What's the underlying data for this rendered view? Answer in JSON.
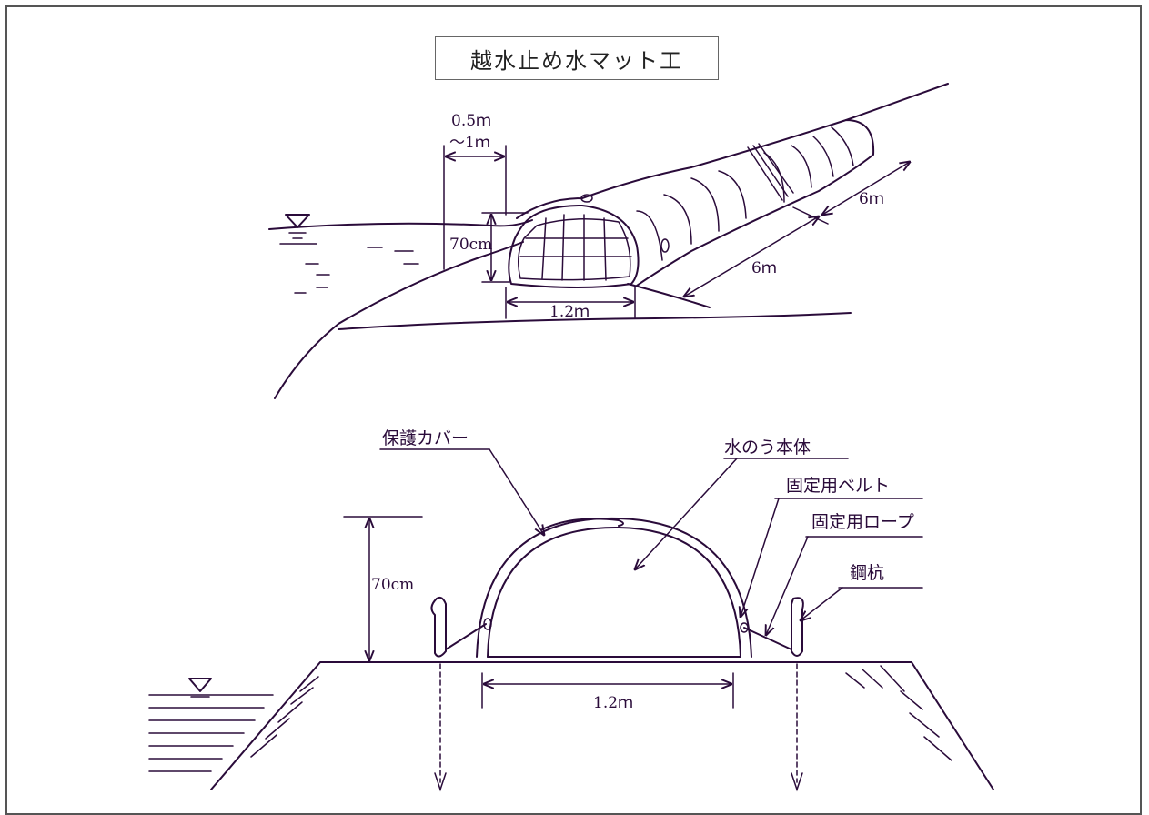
{
  "title": "越水止め水マット工",
  "perspective": {
    "dim_gap_line1": "0.5ｍ",
    "dim_gap_line2": "～1ｍ",
    "dim_height": "70cm",
    "dim_width": "1.2ｍ",
    "dim_length_a": "6ｍ",
    "dim_length_b": "6ｍ"
  },
  "section": {
    "dim_height": "70cm",
    "dim_width": "1.2ｍ",
    "callouts": {
      "cover": "保護カバー",
      "body": "水のう本体",
      "belt": "固定用ベルト",
      "rope": "固定用ロープ",
      "stake": "鋼杭"
    }
  },
  "colors": {
    "ink": "#2a0b3a",
    "frame": "#555555"
  }
}
